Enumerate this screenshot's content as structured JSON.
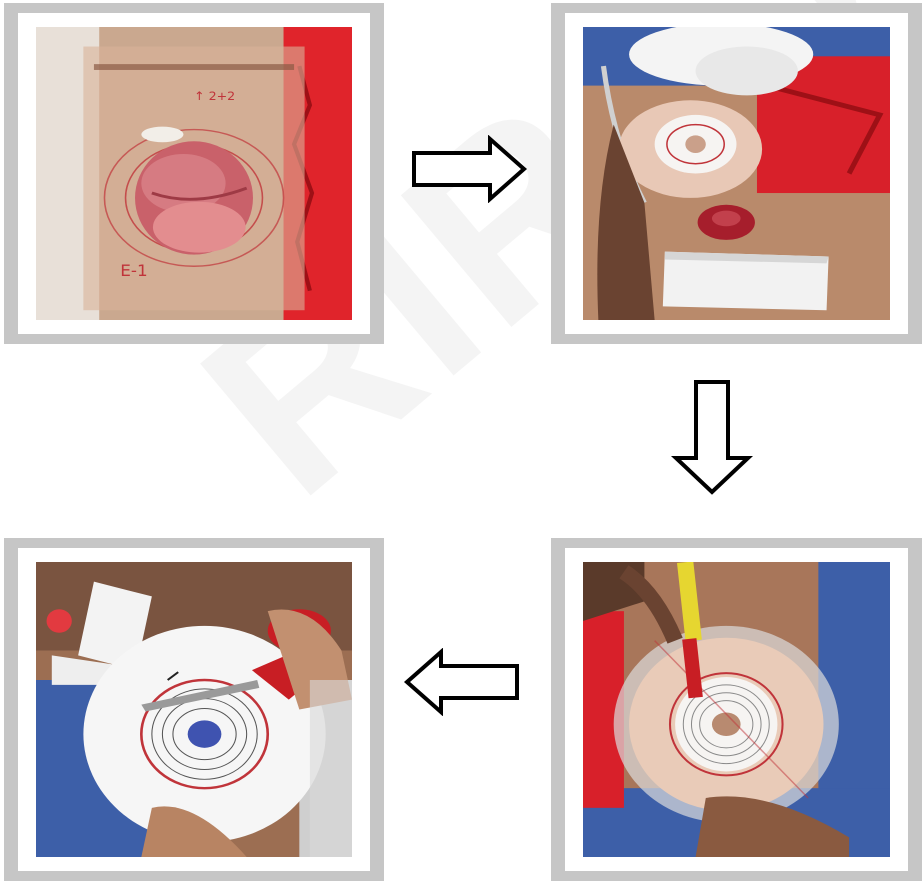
{
  "watermark": {
    "text": "RIRAJ"
  },
  "panels": [
    {
      "subject": "stoma-traced-on-plastic-film"
    },
    {
      "subject": "barrier-fitted-over-stoma"
    },
    {
      "subject": "stoma-outline-marked-on-barrier"
    },
    {
      "subject": "barrier-opening-cut-with-scissors"
    }
  ],
  "arrows": [
    {
      "direction": "right"
    },
    {
      "direction": "down"
    },
    {
      "direction": "left"
    }
  ]
}
